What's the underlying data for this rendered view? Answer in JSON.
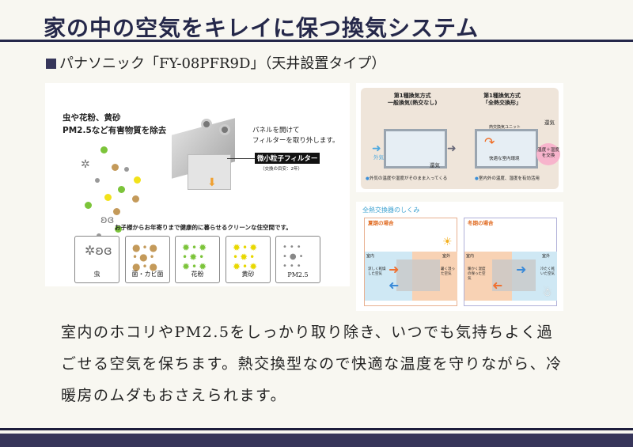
{
  "header": {
    "title": "家の中の空気をキレイに保つ換気システム",
    "subtitle": "パナソニック「FY-08PFR9D」（天井設置タイプ）"
  },
  "left_panel": {
    "headline": [
      "虫や花粉、黄砂",
      "PM2.5など有害物質を除去"
    ],
    "instruction": [
      "パネルを開けて",
      "フィルターを取り外します。"
    ],
    "filter_label": "微小粒子フィルター",
    "filter_note": "（交換の目安：2年）",
    "tagline": "お子様からお年寄りまで健康的に暮らせるクリーンな住空間です。",
    "categories": [
      {
        "label": "虫",
        "color": "#888888"
      },
      {
        "label": "菌・カビ菌",
        "color": "#c49a5a"
      },
      {
        "label": "花粉",
        "color": "#7cc43a"
      },
      {
        "label": "黄砂",
        "color": "#f2e21a"
      },
      {
        "label": "PM2.5",
        "color": "#8a8a8a"
      }
    ]
  },
  "right_top": {
    "left_title": [
      "第1種換気方式",
      "一般換気(熱交なし)"
    ],
    "right_title": [
      "第1種換気方式",
      "「全熱交換形」"
    ],
    "outside_air": "外気",
    "room_air": "還気",
    "exhaust": "還気",
    "unit": "熱交換気ユニット",
    "comfort": "快適な室内環境",
    "bubble": [
      "温度＋湿度",
      "を交換"
    ],
    "left_caption": "外気の温度や湿度がそのまま入ってくる",
    "right_caption": "室内外の温度、湿度を有効活用"
  },
  "right_bottom": {
    "title": "全熱交換器のしくみ",
    "summer": {
      "label": "夏期の場合",
      "room": "室内",
      "outside": "室外",
      "cool": "涼しく乾燥した空気",
      "hot": "暑く湿った空気"
    },
    "winter": {
      "label": "冬期の場合",
      "room": "室内",
      "outside": "室外",
      "warm": "暖かく湿度の保った空気",
      "cold": "冷たく乾いた空気"
    }
  },
  "body": {
    "text": "室内のホコリやPM2.5をしっかり取り除き、いつでも気持ちよく過ごせる空気を保ちます。熱交換型なので快適な温度を守りながら、冷暖房のムダもおさえられます。"
  }
}
